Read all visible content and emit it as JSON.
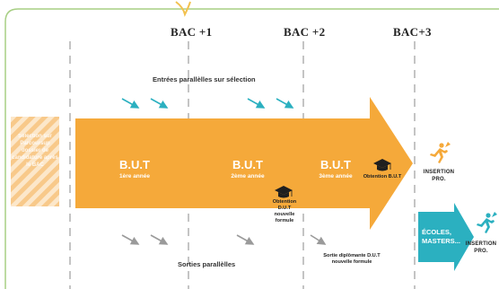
{
  "levels": [
    "BAC +1",
    "BAC +2",
    "BAC+3"
  ],
  "sections": {
    "entrees": "Entrées parallèlles sur sélection",
    "sorties": "Sorties parallèlles"
  },
  "years": [
    {
      "title": "B.U.T",
      "label": "1ère année"
    },
    {
      "title": "B.U.T",
      "label": "2ème année"
    },
    {
      "title": "B.U.T",
      "label": "3ème année"
    }
  ],
  "obtention_dut": "Obtention D.U.T nouvelle formule",
  "obtention_but": "Obtention B.U.T",
  "sortie_diplomante": "Sortie diplômante D.U.T nouvelle formule",
  "insertion_pro": "Insertion Pro.",
  "ecoles_masters": "Écoles, Masters...",
  "side_note": "Sélection sur Parcoursup dossier de candidature après le BAC",
  "colors": {
    "orange": "#f5a93a",
    "stripe": "#f8c98a",
    "teal": "#2bb0c0",
    "green_frame": "#a7cf84",
    "dash": "#c4c4c4",
    "grey_arrow": "#9a9a9a"
  },
  "icons": [
    "graduation-cap-icon",
    "runner-icon",
    "parallel-arrow-icon"
  ]
}
